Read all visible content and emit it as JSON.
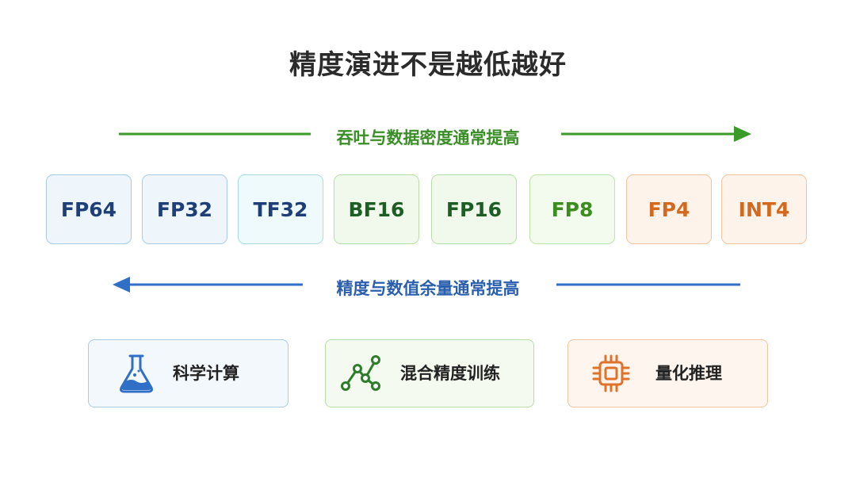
{
  "title": "精度演进不是越低越好",
  "top_arrow": {
    "label": "吞吐与数据密度通常提高",
    "color": "#3a9a2a"
  },
  "bottom_arrow": {
    "label": "精度与数值余量通常提高",
    "color": "#2f6fc6"
  },
  "formats": [
    {
      "label": "FP64",
      "group": "blue"
    },
    {
      "label": "FP32",
      "group": "blue"
    },
    {
      "label": "TF32",
      "group": "blue"
    },
    {
      "label": "BF16",
      "group": "green"
    },
    {
      "label": "FP16",
      "group": "green"
    },
    {
      "label": "FP8",
      "group": "green"
    },
    {
      "label": "FP4",
      "group": "orange"
    },
    {
      "label": "INT4",
      "group": "orange"
    }
  ],
  "palette": {
    "blue": {
      "text": "#1f3f78",
      "border": "#a9cbe6",
      "bg": "#eef6fc"
    },
    "teal": {
      "text": "#1f3f78",
      "border": "#a6dde3",
      "bg": "#eefafb"
    },
    "green_dark": {
      "text": "#1c5e24",
      "border": "#b8dfa8",
      "bg": "#f1f9ec"
    },
    "green": {
      "text": "#3b8e1e",
      "border": "#bfe3ad",
      "bg": "#f3faee"
    },
    "orange": {
      "text": "#d2691e",
      "border": "#f2c59f",
      "bg": "#fdf3ea"
    }
  },
  "applications": [
    {
      "label": "科学计算",
      "icon": "flask-icon",
      "color": "#2f6fc6"
    },
    {
      "label": "混合精度训练",
      "icon": "graph-nodes-icon",
      "color": "#2e7d2a"
    },
    {
      "label": "量化推理",
      "icon": "chip-icon",
      "color": "#e0732b"
    }
  ]
}
